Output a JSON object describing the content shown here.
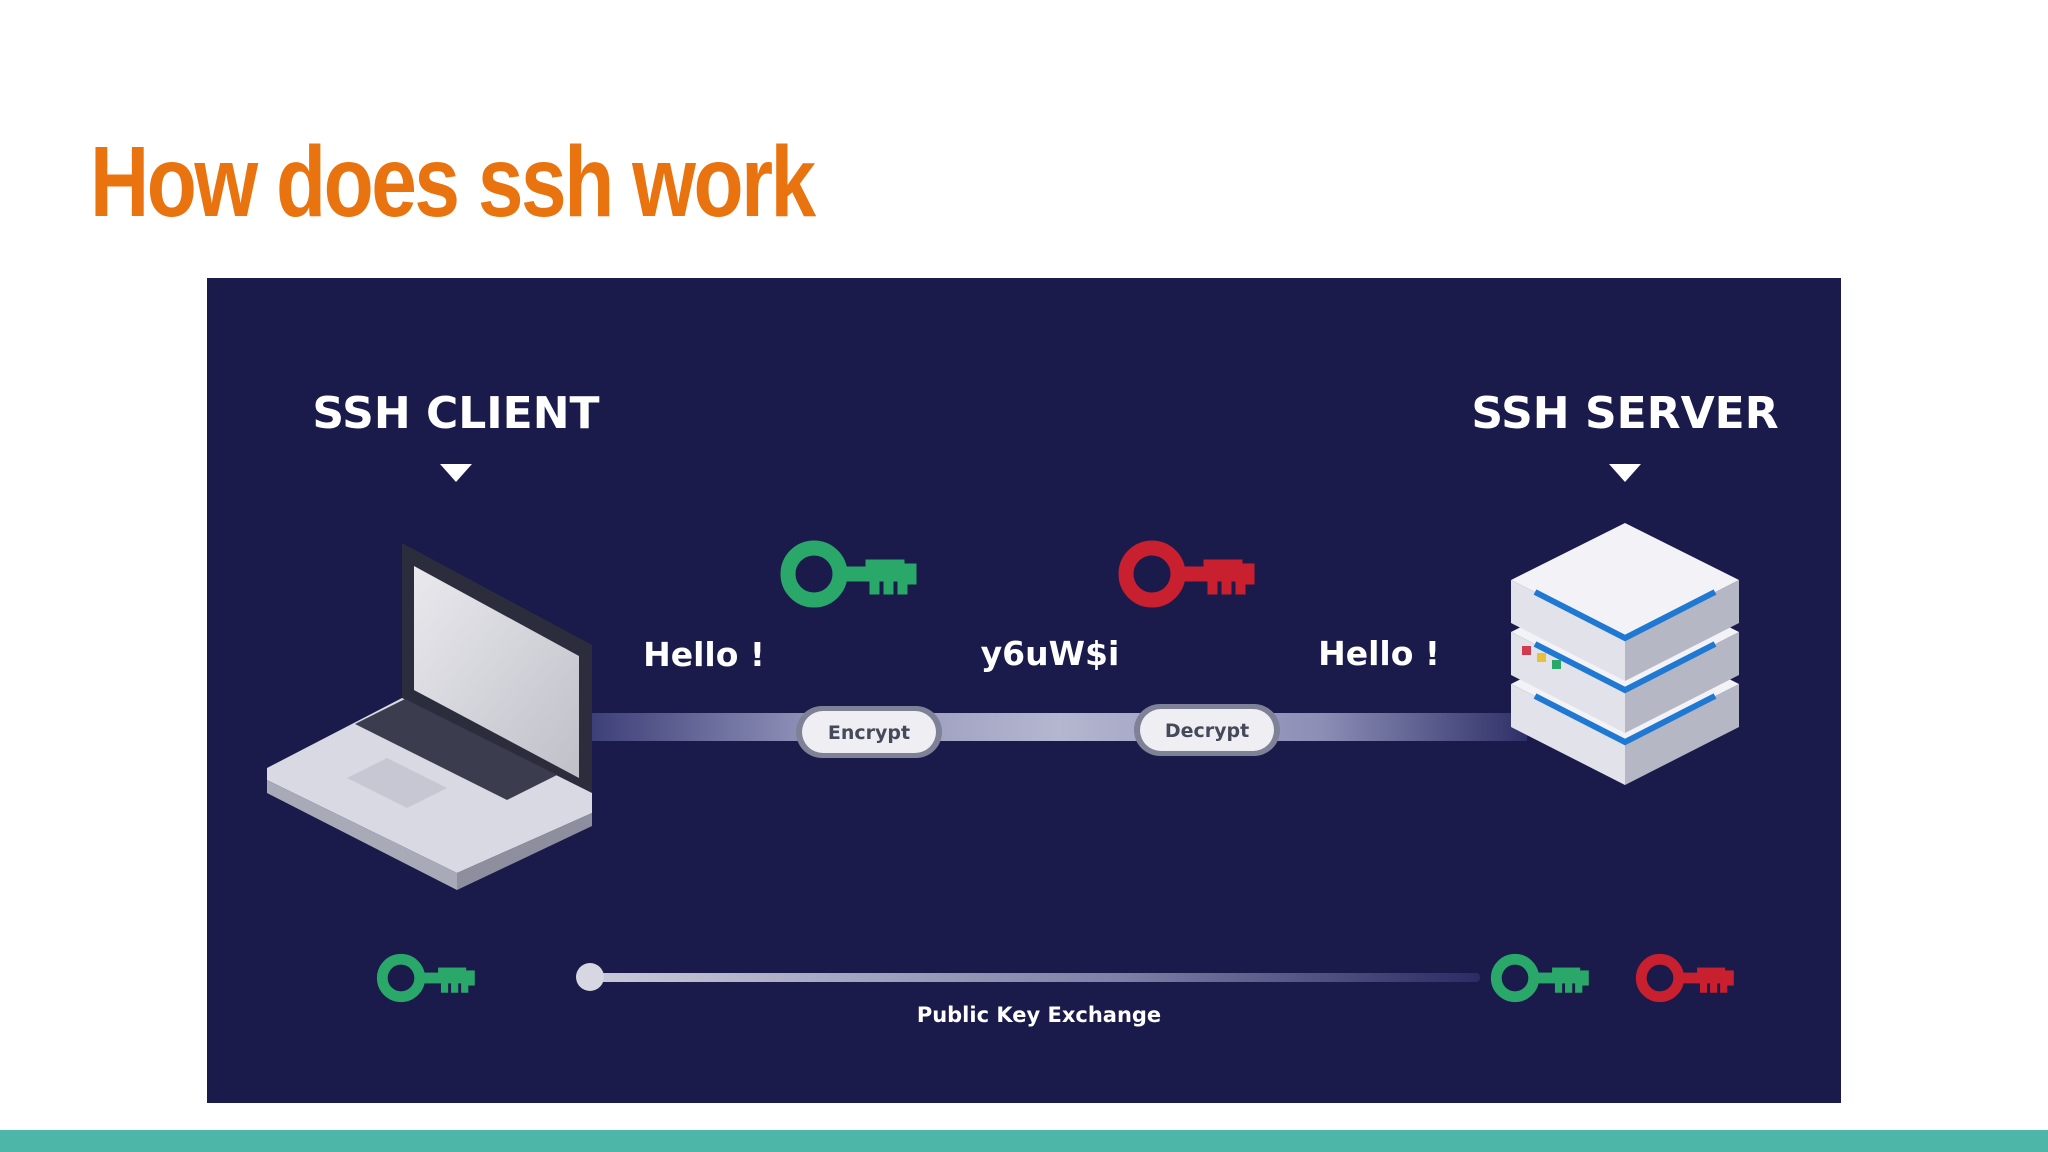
{
  "slide": {
    "title": "How does ssh work"
  },
  "diagram": {
    "client_label": "SSH CLIENT",
    "server_label": "SSH SERVER",
    "message_left": "Hello !",
    "message_middle": "y6uW$i",
    "message_right": "Hello !",
    "encrypt_label": "Encrypt",
    "decrypt_label": "Decrypt",
    "exchange_label": "Public Key Exchange",
    "icons": [
      "laptop-icon",
      "server-icon",
      "public-key-icon",
      "private-key-icon"
    ]
  },
  "colors": {
    "title": "#e8730f",
    "diagram_bg": "#1a1a4b",
    "public_key": "#2aa86a",
    "private_key": "#c8202e",
    "bottom_bar": "#4db6a8",
    "server_stripe": "#1f78d1"
  }
}
